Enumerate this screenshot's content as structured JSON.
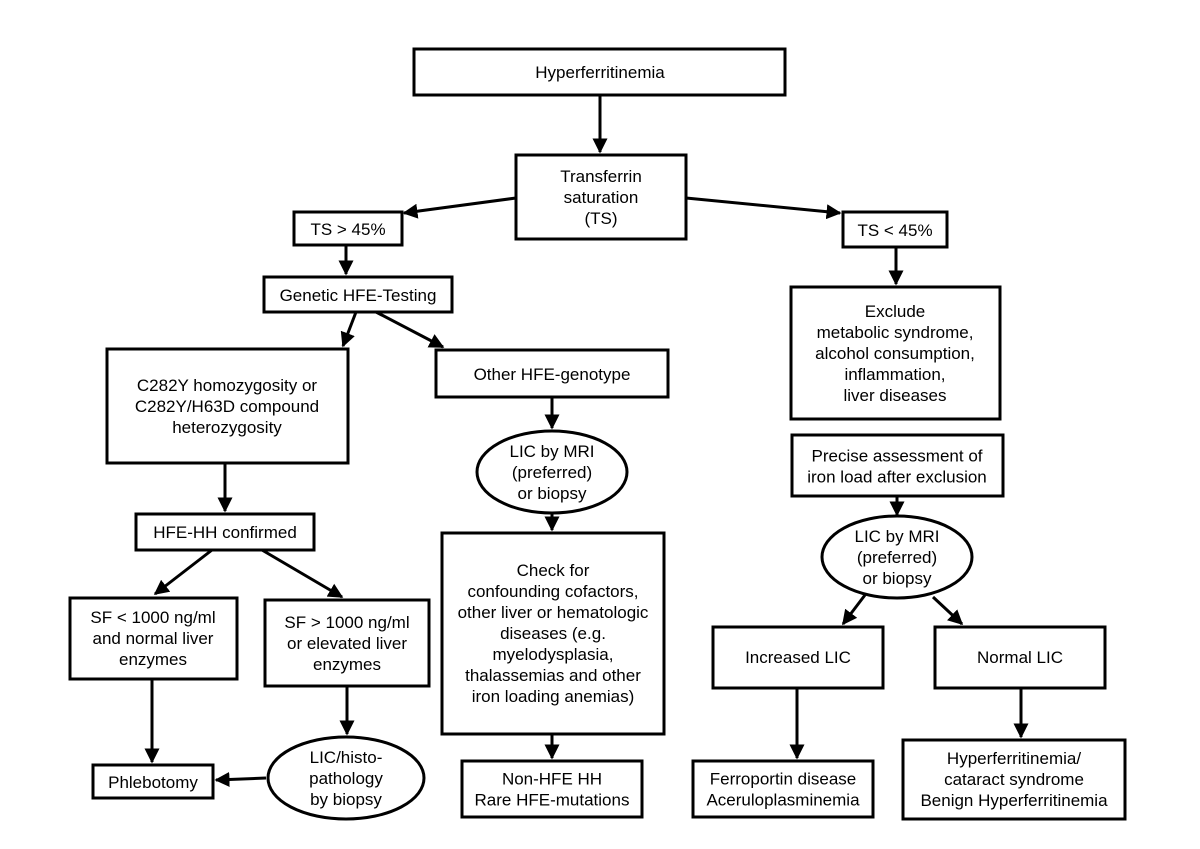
{
  "nodes": {
    "hyperferritinemia": [
      "Hyperferritinemia"
    ],
    "transferrin_saturation": [
      "Transferrin",
      "saturation",
      "(TS)"
    ],
    "ts_high": [
      "TS > 45%"
    ],
    "ts_low": [
      "TS < 45%"
    ],
    "genetic_testing": [
      "Genetic HFE-Testing"
    ],
    "c282y": [
      "C282Y homozygosity or",
      "C282Y/H63D compound",
      "heterozygosity"
    ],
    "other_genotype": [
      "Other HFE-genotype"
    ],
    "exclude": [
      "Exclude",
      "metabolic syndrome,",
      "alcohol consumption,",
      "inflammation,",
      "liver diseases"
    ],
    "lic_mri_mid": [
      "LIC by MRI",
      "(preferred)",
      "or biopsy"
    ],
    "precise_assessment": [
      "Precise assessment of",
      "iron load after exclusion"
    ],
    "hh_confirmed": [
      "HFE-HH confirmed"
    ],
    "check_confounding": [
      "Check for",
      "confounding cofactors,",
      "other liver or hematologic",
      "diseases (e.g.",
      "myelodysplasia,",
      "thalassemias and other",
      "iron loading anemias)"
    ],
    "lic_mri_right": [
      "LIC by MRI",
      "(preferred)",
      "or biopsy"
    ],
    "sf_low": [
      "SF < 1000 ng/ml",
      "and normal liver",
      "enzymes"
    ],
    "sf_high": [
      "SF > 1000 ng/ml",
      "or elevated liver",
      "enzymes"
    ],
    "increased_lic": [
      "Increased LIC"
    ],
    "normal_lic": [
      "Normal LIC"
    ],
    "lic_histo": [
      "LIC/histo-",
      "pathology",
      "by biopsy"
    ],
    "phlebotomy": [
      "Phlebotomy"
    ],
    "non_hfe_hh": [
      "Non-HFE HH",
      "Rare HFE-mutations"
    ],
    "ferroportin": [
      "Ferroportin disease",
      "Aceruloplasminemia"
    ],
    "hyperferritinemia_cataract": [
      "Hyperferritinemia/",
      "cataract syndrome",
      "Benign Hyperferritinemia"
    ]
  }
}
